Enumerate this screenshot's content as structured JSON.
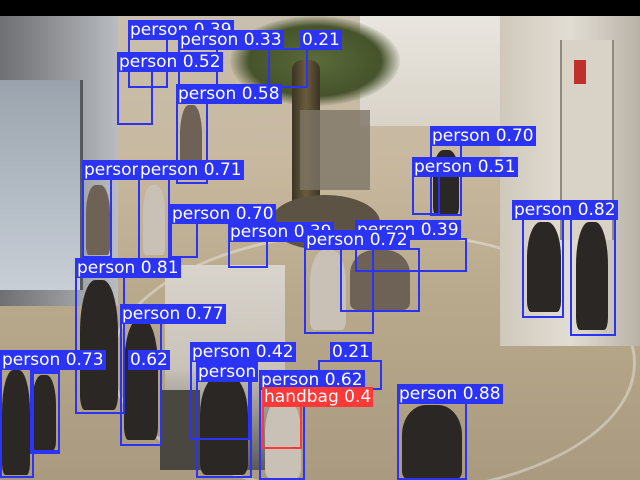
{
  "detections": [
    {
      "label": "person",
      "score": "0.39"
    },
    {
      "label": "person",
      "score": "0.33"
    },
    {
      "label": "person",
      "score": "0.21"
    },
    {
      "label": "person",
      "score": "0.52"
    },
    {
      "label": "person",
      "score": "0.58"
    },
    {
      "label": "person",
      "score": "0.70"
    },
    {
      "label": "person",
      "score": "0.51"
    },
    {
      "label": "person",
      "score": "0.71"
    },
    {
      "label": "person",
      "score": "0.70"
    },
    {
      "label": "person",
      "score": "0.39"
    },
    {
      "label": "person",
      "score": "0.72"
    },
    {
      "label": "person",
      "score": "0.82"
    },
    {
      "label": "person",
      "score": "0.81"
    },
    {
      "label": "person",
      "score": "0.77"
    },
    {
      "label": "person",
      "score": "0.73"
    },
    {
      "label": "person",
      "score": "0.62"
    },
    {
      "label": "person",
      "score": "0.42"
    },
    {
      "label": "person",
      "score": "0.21"
    },
    {
      "label": "person",
      "score": "0.62"
    },
    {
      "label": "handbag",
      "score": "0.4"
    },
    {
      "label": "person",
      "score": "0.88"
    }
  ],
  "colors": {
    "person_box": "#2b34f5",
    "handbag_box": "#ff3838",
    "label_text": "#ffffff"
  }
}
